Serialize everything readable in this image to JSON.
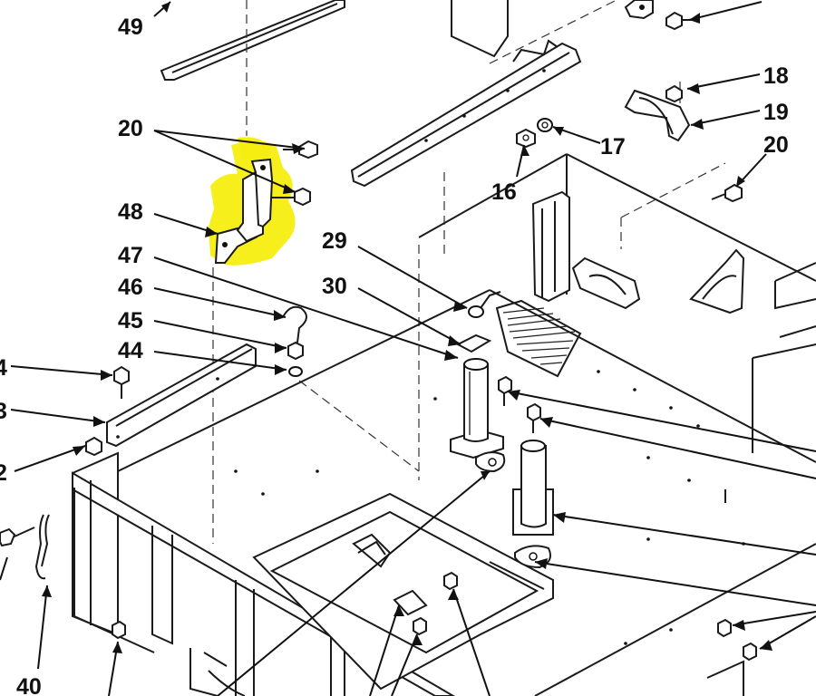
{
  "diagram": {
    "highlight_color": "#f5ee10",
    "ink_color": "#111111",
    "callouts": {
      "c49": "49",
      "c18": "18",
      "c19": "19",
      "c20a": "20",
      "c20b": "20",
      "c17": "17",
      "c16": "16",
      "c48": "48",
      "c47": "47",
      "c29": "29",
      "c46": "46",
      "c30": "30",
      "c45": "45",
      "c44": "44",
      "c4": "4",
      "c3": "3",
      "c2": "2",
      "c40": "40"
    }
  }
}
